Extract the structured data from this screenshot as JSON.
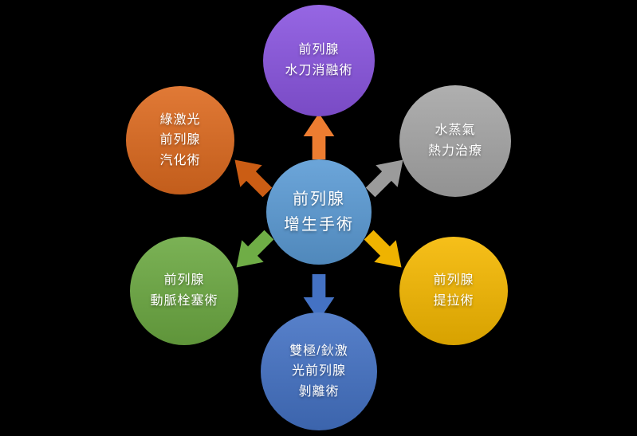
{
  "diagram": {
    "background": "#000000",
    "center": {
      "text": "前列腺\n增生手術",
      "color": "#5B9BD5"
    },
    "nodes": {
      "top": {
        "text": "前列腺\n水刀消融術",
        "color": "#8A55E0"
      },
      "top_left": {
        "text": "綠激光\n前列腺\n汽化術",
        "color": "#DD6A1F"
      },
      "top_right": {
        "text": "水蒸氣\n熱力治療",
        "color": "#A6A6A6"
      },
      "bottom_left": {
        "text": "前列腺\n動脈栓塞術",
        "color": "#6CA942"
      },
      "bottom_right": {
        "text": "前列腺\n提拉術",
        "color": "#F5B800"
      },
      "bottom": {
        "text": "雙極/鈥激\n光前列腺\n剝離術",
        "color": "#4472C4"
      }
    },
    "arrows": {
      "up": {
        "direction": "up",
        "color": "#ED7D31"
      },
      "up_left": {
        "direction": "up-left",
        "color": "#CB5D14"
      },
      "up_right": {
        "direction": "up-right",
        "color": "#9B9B9B"
      },
      "down_left": {
        "direction": "down-left",
        "color": "#6FAD46"
      },
      "down_right": {
        "direction": "down-right",
        "color": "#EFB300"
      },
      "down": {
        "direction": "down",
        "color": "#4472C4"
      }
    }
  }
}
